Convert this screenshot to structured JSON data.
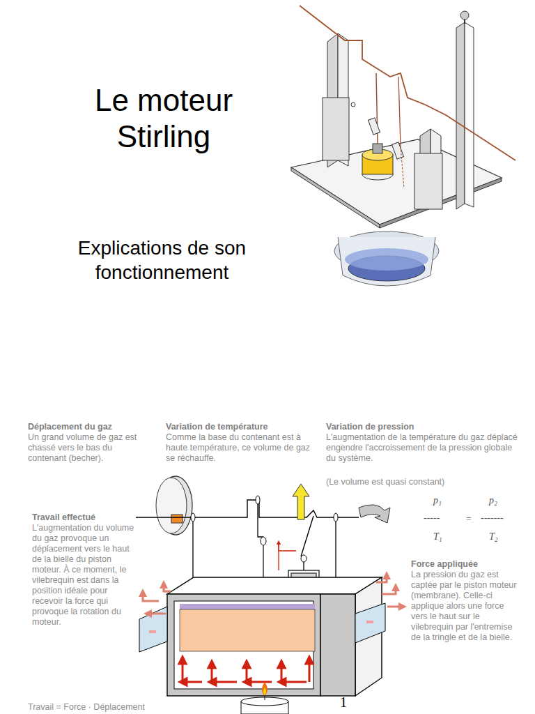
{
  "diagram": {
    "title": "Le moteur Stirling",
    "labels": [
      "Explications de son fonctionnement",
      "Déplacement du gaz",
      "Un grand volume de gaz est chassé vers le bas du contenant (becher).",
      "Variation de température",
      "Comme la base du contenant est à haute température, ce volume de gaz se réchauffe.",
      "Variation de pression",
      "L'augmentation de la température du gaz déplacé engendre l'accroissement de la pression globale du système.",
      "(Le volume est quasi constant)",
      "p₁",
      "p₂",
      "-----",
      "=",
      "-------",
      "T₁",
      "T₂",
      "Travail effectué",
      "L'augmentation du volume du gaz provoque un déplacement vers le haut de la bielle du piston moteur. À ce moment, le vilebrequin est dans la position idéale pour recevoir la force qui provoque la rotation du moteur.",
      "Force appliquée",
      "La pression du gaz est captée par le piston moteur (membrane). Celle-ci applique alors une force vers le haut sur le vilebrequin par l'entremise de la tringle et de la bielle.",
      "1",
      "Travail = Force · Déplacement"
    ]
  }
}
